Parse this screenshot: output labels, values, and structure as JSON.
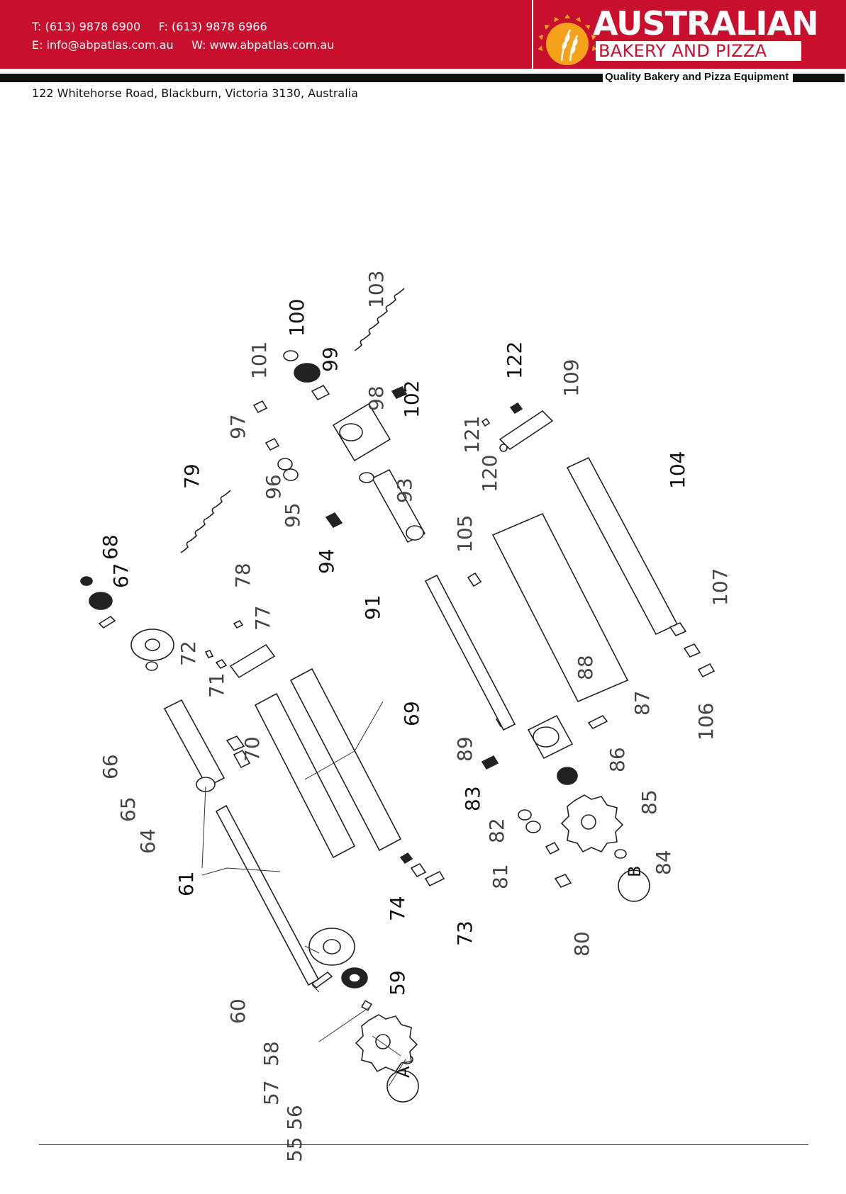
{
  "header": {
    "phone_line": "T: (613) 9878 6900     F: (613) 9878 6966",
    "email_line": "E: info@abpatlas.com.au     W: www.abpatlas.com.au",
    "brand_main": "AUSTRALIAN",
    "brand_sub": "BAKERY AND PIZZA",
    "tagline": "Quality Bakery and Pizza Equipment",
    "address": "122 Whitehorse Road, Blackburn, Victoria  3130, Australia",
    "brand_color": "#c8102e"
  },
  "diagram": {
    "callouts": {
      "c55": "55",
      "c56": "56",
      "c57": "57",
      "c58": "58",
      "c59": "59",
      "c60": "60",
      "c61": "61",
      "c64": "64",
      "c65": "65",
      "c66": "66",
      "c67": "67",
      "c68": "68",
      "c69": "69",
      "c70": "70",
      "c71": "71",
      "c72": "72",
      "c73": "73",
      "c74": "74",
      "c77": "77",
      "c78": "78",
      "c79": "79",
      "c80": "80",
      "c81": "81",
      "c82": "82",
      "c83": "83",
      "c84": "84",
      "c85": "85",
      "c86": "86",
      "c87": "87",
      "c88": "88",
      "c89": "89",
      "c91": "91",
      "c93": "93",
      "c94": "94",
      "c95": "95",
      "c96": "96",
      "c97": "97",
      "c98": "98",
      "c99": "99",
      "c100": "100",
      "c101": "101",
      "c102": "102",
      "c103": "103",
      "c104": "104",
      "c105": "105",
      "c106": "106",
      "c107": "107",
      "c109": "109",
      "c120": "120",
      "c121": "121",
      "c122": "122"
    },
    "markers": {
      "A": "A",
      "B": "B"
    }
  }
}
